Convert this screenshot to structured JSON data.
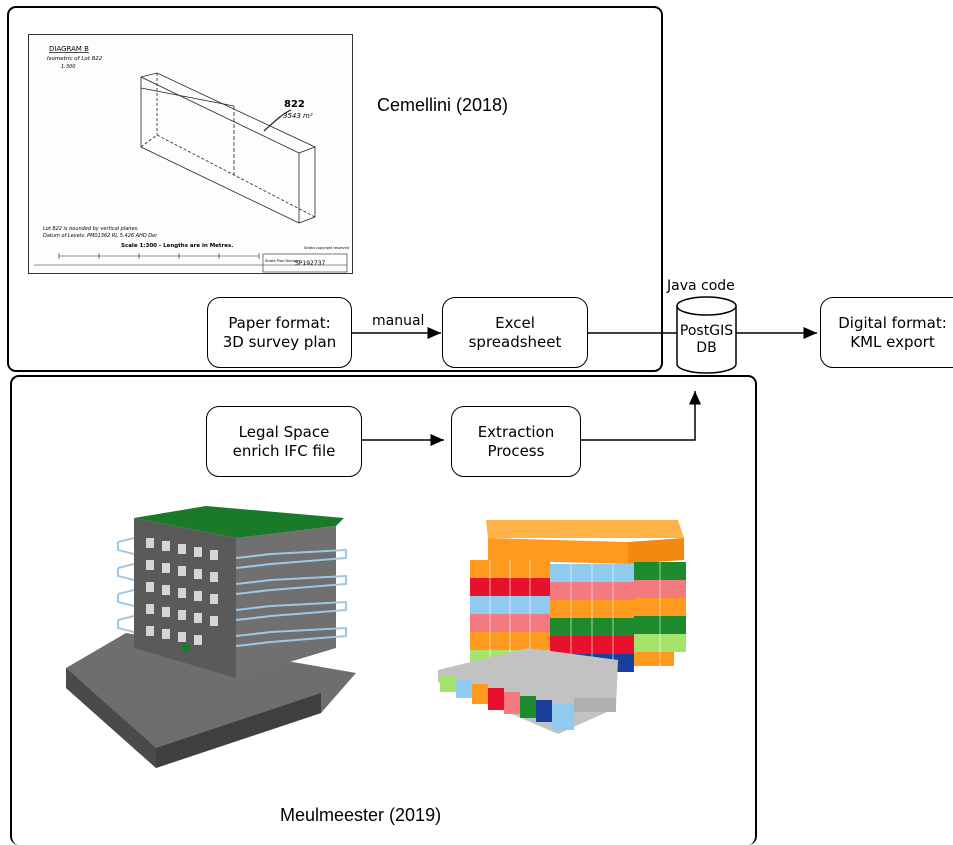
{
  "top_panel": {
    "caption": "Cemellini (2018)",
    "survey_plan": {
      "heading": "DIAGRAM B",
      "subtitle": "Isometric of Lot 822",
      "scale_ratio": "1:300",
      "lot_number": "822",
      "area": "3543 m²",
      "note_1": "Lot 822 is bounded by vertical planes.",
      "note_2": "Datum of Levels: PM01362  RL 5.426 AHD Der",
      "scale_text": "Scale 1:300 - Lengths are in Metres.",
      "plan_number": "SP192737",
      "plan_label": "Strata Plan Number",
      "copyright": "Strata copyright reserved"
    },
    "box_paper": "Paper format:\n3D survey plan",
    "arrow_label_manual": "manual",
    "box_excel": "Excel\nspreadsheet"
  },
  "middle": {
    "java_label": "Java code",
    "db_label": "PostGIS\nDB",
    "box_digital": "Digital format:\nKML export"
  },
  "bottom_panel": {
    "caption": "Meulmeester (2019)",
    "box_legal": "Legal Space\nenrich IFC file",
    "box_extraction": "Extraction\nProcess"
  },
  "colors": {
    "roof_green": "#1a7a2a",
    "building_gray": "#5a5a5a",
    "balcony_blue": "#9cc8e6",
    "space_orange": "#ff9a1f",
    "space_red": "#e8112d",
    "space_pink": "#f47a80",
    "space_lightblue": "#8ecbef",
    "space_green": "#1e8a2e",
    "space_lime": "#a6e36a",
    "space_navy": "#1b3e9c",
    "space_gray": "#c2c2c2"
  }
}
